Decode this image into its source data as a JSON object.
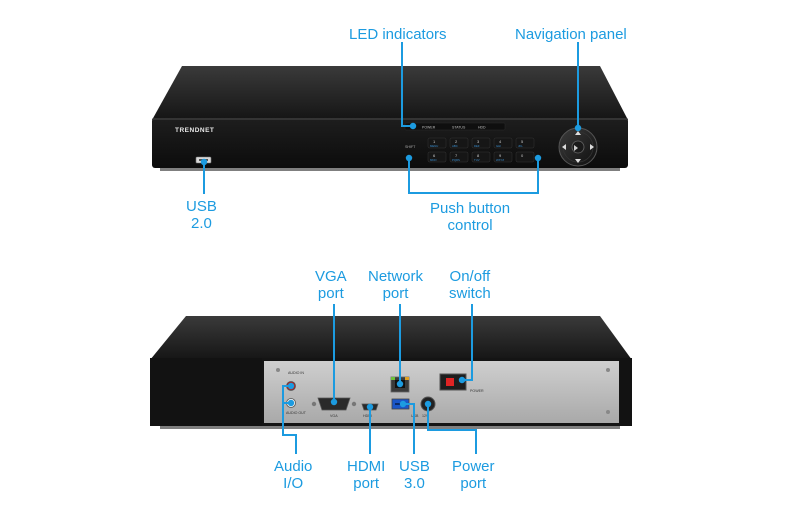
{
  "front_panel": {
    "brand": "TRENDNET",
    "led_labels": [
      "POWER",
      "STATUS",
      "HDD"
    ],
    "buttons": [
      {
        "num": "1",
        "sub": "MENU"
      },
      {
        "num": "2",
        "sub": "ABC"
      },
      {
        "num": "3",
        "sub": "DEF"
      },
      {
        "num": "4",
        "sub": "GHI"
      },
      {
        "num": "5",
        "sub": "JKL"
      },
      {
        "num": "6",
        "sub": "MNO"
      },
      {
        "num": "7",
        "sub": "PQRS"
      },
      {
        "num": "8",
        "sub": "TUV"
      },
      {
        "num": "9",
        "sub": "WXYZ"
      },
      {
        "num": "0",
        "sub": ""
      }
    ],
    "shift_label": "SHIFT"
  },
  "back_panel": {
    "audio_in_label": "AUDIO IN",
    "audio_out_label": "AUDIO OUT",
    "vga_label": "VGA",
    "hdmi_label": "HDMI",
    "usb_label": "USB",
    "power_label": "POWER",
    "dc_label": "12V"
  },
  "callouts": {
    "led": [
      "LED indicators"
    ],
    "nav": [
      "Navigation panel"
    ],
    "usb2": [
      "USB",
      "2.0"
    ],
    "push": [
      "Push button",
      "control"
    ],
    "vga": [
      "VGA",
      "port"
    ],
    "network": [
      "Network",
      "port"
    ],
    "onoff": [
      "On/off",
      "switch"
    ],
    "audio": [
      "Audio",
      "I/O"
    ],
    "hdmi": [
      "HDMI",
      "port"
    ],
    "usb3": [
      "USB",
      "3.0"
    ],
    "power": [
      "Power",
      "port"
    ]
  },
  "colors": {
    "accent": "#1c9be0",
    "chassis": "#1a1a1a",
    "back_plate": "#bdbdbd"
  }
}
